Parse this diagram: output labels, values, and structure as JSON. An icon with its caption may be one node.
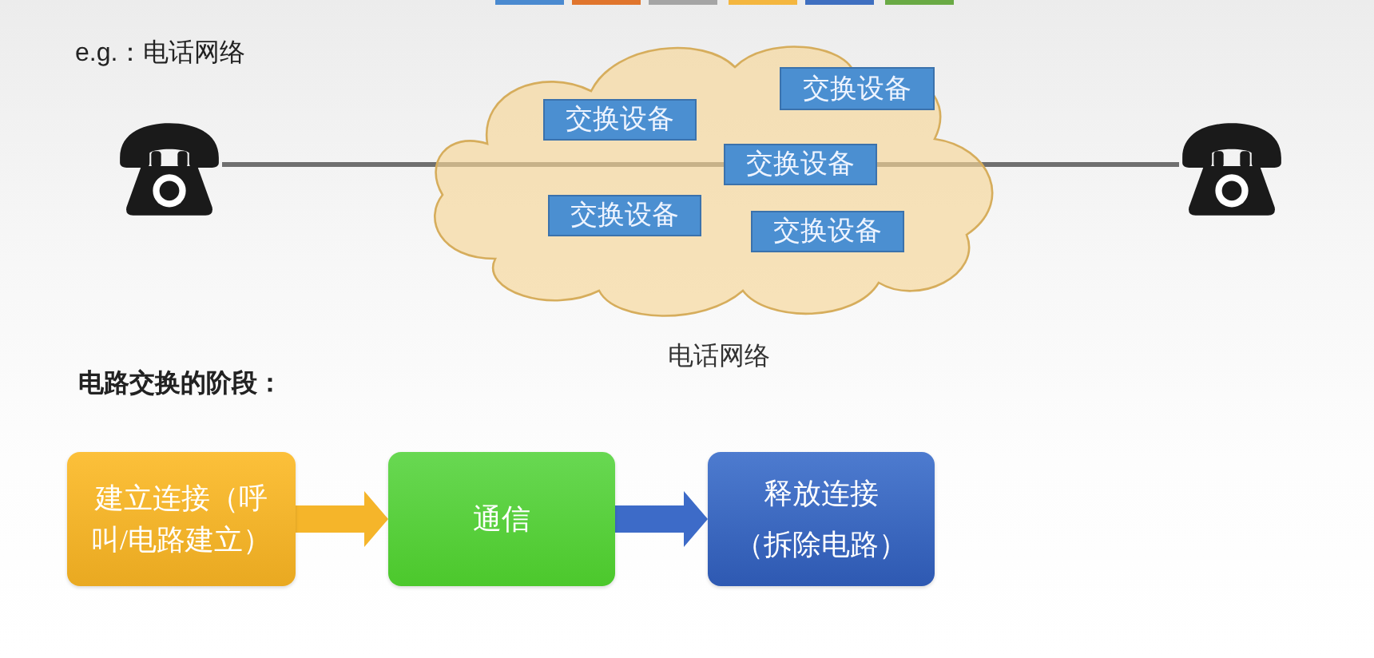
{
  "diagram": {
    "nodes": [
      {
        "text": [],
        "shape": "picture"
      },
      {
        "text": [
          "电话网络"
        ]
      },
      {
        "text": [
          "交换设备"
        ],
        "in": 1
      },
      {
        "text": [
          "交换设备"
        ],
        "in": 1
      },
      {
        "text": [
          "交换设备"
        ],
        "in": 1
      },
      {
        "text": [
          "交换设备"
        ],
        "in": 1
      },
      {
        "text": [
          "交换设备"
        ],
        "in": 1
      },
      {
        "text": [],
        "shape": "picture"
      },
      {
        "text": [
          "建立连接（呼叫/电路建立）"
        ]
      },
      {
        "text": [
          "通信"
        ]
      },
      {
        "text": [
          "释放连接",
          "（拆除电路）"
        ]
      }
    ],
    "edges": [
      {
        "from": 0,
        "to": 4,
        "arrow": "none"
      },
      {
        "from": 4,
        "to": 7,
        "arrow": "none"
      },
      {
        "from": 8,
        "to": 9,
        "arrow": "to",
        "style": "thick",
        "color": "#f5b52a"
      },
      {
        "from": 9,
        "to": 10,
        "arrow": "to",
        "style": "thick",
        "color": "#3d6bc8"
      }
    ],
    "labels": [
      "e.g.：电话网络",
      "电路交换的阶段："
    ]
  }
}
